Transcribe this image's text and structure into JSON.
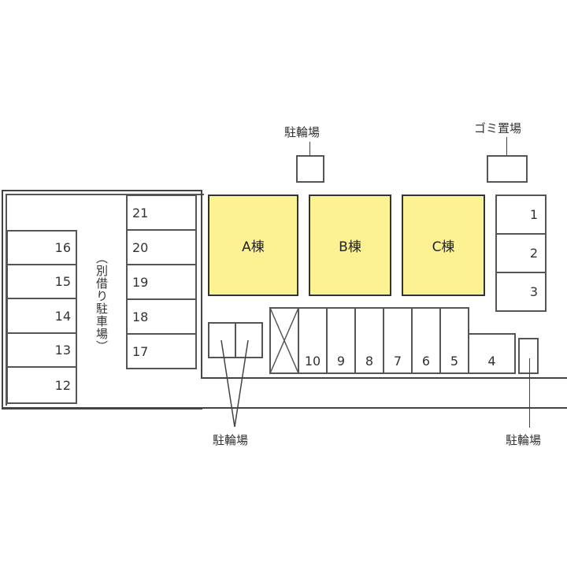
{
  "colors": {
    "building_fill": "#fdf293",
    "line": "#444444",
    "background": "#ffffff"
  },
  "buildings": [
    {
      "id": "A",
      "label": "A棟"
    },
    {
      "id": "B",
      "label": "B棟"
    },
    {
      "id": "C",
      "label": "C棟"
    }
  ],
  "labels": {
    "bicycle_top": "駐輪場",
    "garbage": "ゴミ置場",
    "bicycle_bottom_left": "駐輪場",
    "bicycle_bottom_right": "駐輪場",
    "separate_parking": "（別借り駐車場）"
  },
  "parking": {
    "left_column": [
      "16",
      "15",
      "14",
      "13",
      "12"
    ],
    "right_column": [
      "21",
      "20",
      "19",
      "18",
      "17"
    ],
    "row": [
      "10",
      "9",
      "8",
      "7",
      "6",
      "5",
      "4"
    ],
    "right_stack": [
      "1",
      "2",
      "3"
    ]
  }
}
